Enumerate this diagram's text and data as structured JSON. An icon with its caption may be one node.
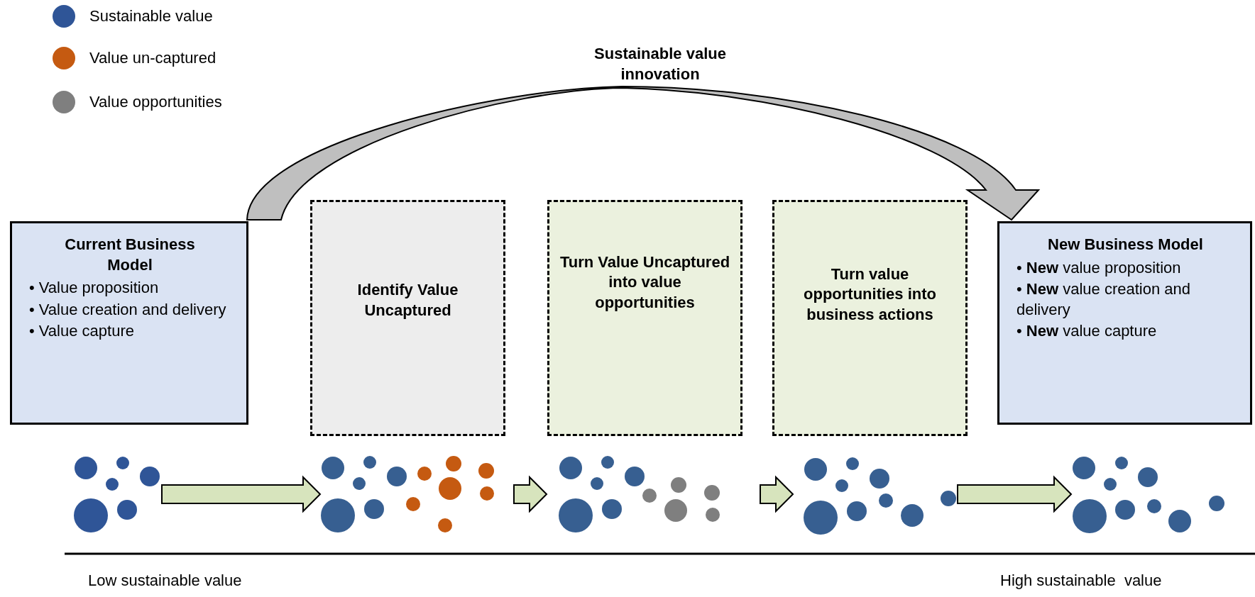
{
  "diagram": {
    "nodes": [
      {
        "text": [
          "Current Business Model",
          "• Value proposition",
          "• Value creation and delivery",
          "• Value capture"
        ]
      },
      {
        "text": [
          "Identify Value Uncaptured"
        ]
      },
      {
        "text": [
          "Turn Value Uncaptured into value opportunities"
        ]
      },
      {
        "text": [
          "Turn value opportunities into business actions"
        ]
      },
      {
        "text": [
          "New Business Model",
          "• **New** value proposition",
          "• **New** value creation and delivery",
          "• **New** value capture"
        ]
      },
      {
        "text": [],
        "shape": "picture"
      },
      {
        "text": [],
        "shape": "picture"
      },
      {
        "text": [],
        "shape": "picture"
      },
      {
        "text": [],
        "shape": "picture"
      },
      {
        "text": [],
        "shape": "picture"
      }
    ],
    "edges": [
      {
        "from": 0,
        "to": 4,
        "arrow": "to",
        "label": "Sustainable value innovation",
        "color": "#bfbfbf"
      },
      {
        "from": 5,
        "to": 6,
        "arrow": "to"
      },
      {
        "from": 6,
        "to": 7,
        "arrow": "to"
      },
      {
        "from": 7,
        "to": 8,
        "arrow": "to"
      },
      {
        "from": 8,
        "to": 9,
        "arrow": "to"
      }
    ],
    "labels": [
      "Low sustainable value",
      "High sustainable  value"
    ],
    "legend": [
      {
        "text": "Sustainable value",
        "color": "#2f5597"
      },
      {
        "text": "Value un-captured",
        "color": "#c55a11"
      },
      {
        "text": "Value opportunities",
        "color": "#7f7f7f"
      }
    ]
  }
}
